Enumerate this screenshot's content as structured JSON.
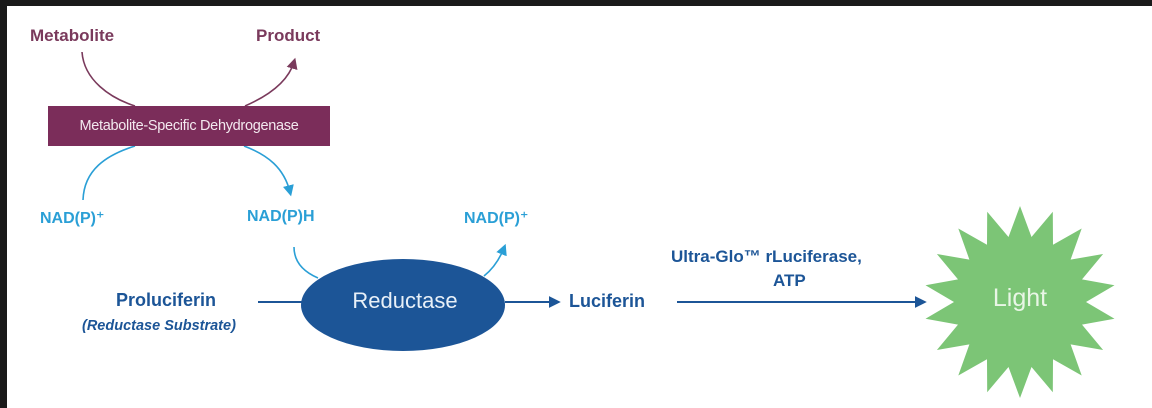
{
  "diagram": {
    "title": "Metabolite detection via dehydrogenase-coupled reductase/luciferase reaction",
    "colors": {
      "dehydrogenase": "#7b2d5a",
      "dehydrogenase_text": "#7a3a5c",
      "cofactor": "#2a9fd6",
      "reductase": "#1c5597",
      "pathway_text": "#1c5597",
      "light": "#7cc576"
    },
    "top_reaction": {
      "substrate": "Metabolite",
      "product": "Product",
      "enzyme": "Metabolite-Specific Dehydrogenase"
    },
    "cofactors": {
      "oxidized_left": "NAD(P)⁺",
      "reduced": "NAD(P)H",
      "oxidized_right": "NAD(P)⁺"
    },
    "main_pathway": {
      "substrate": "Proluciferin",
      "substrate_note": "(Reductase Substrate)",
      "enzyme": "Reductase",
      "intermediate": "Luciferin",
      "reagent_line1": "Ultra-Glo™ rLuciferase,",
      "reagent_line2": "ATP",
      "output": "Light"
    }
  }
}
